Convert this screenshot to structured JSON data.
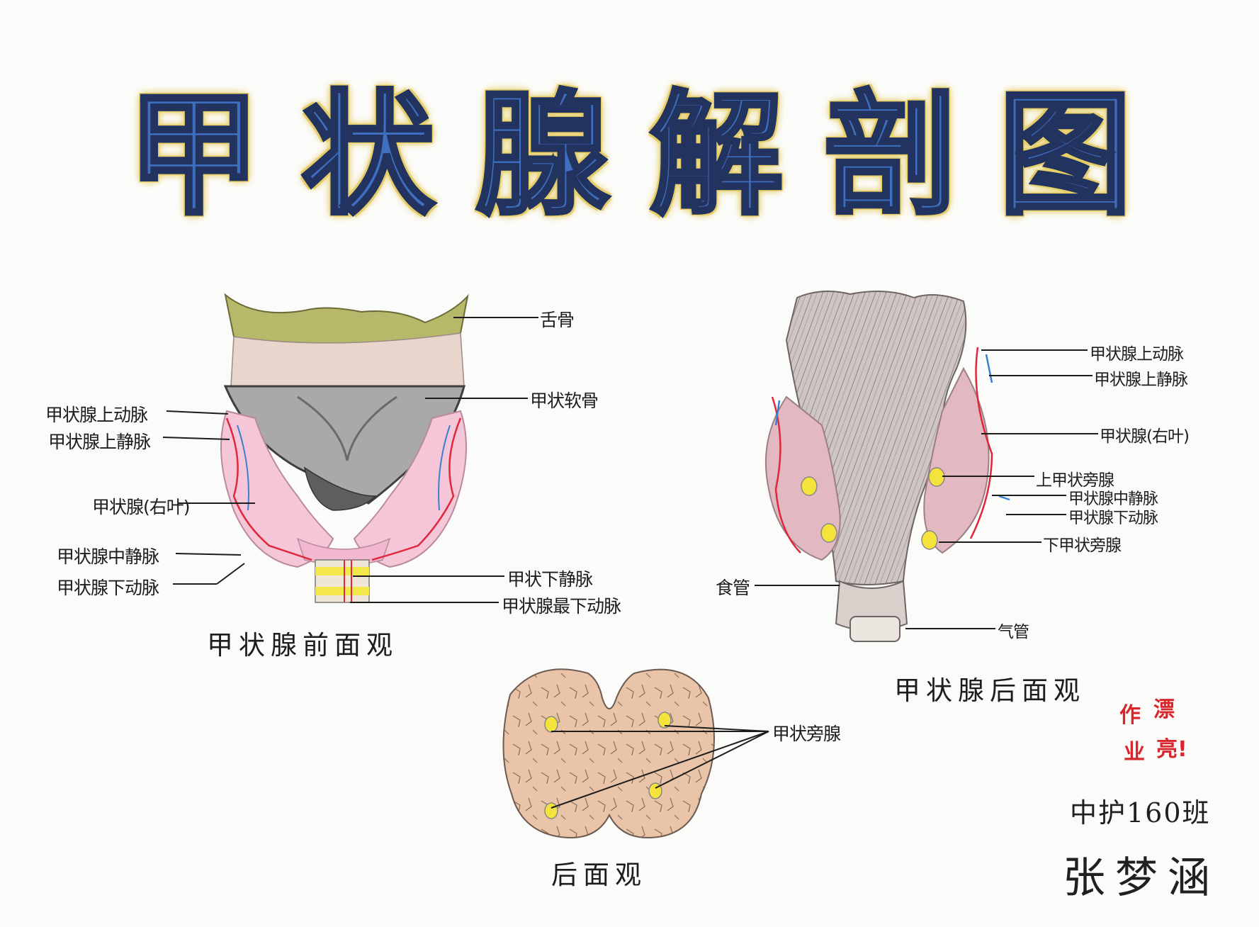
{
  "title": [
    "甲",
    "状",
    "腺",
    "解",
    "剖",
    "图"
  ],
  "front_view": {
    "caption": "甲状腺前面观",
    "labels": {
      "hyoid": "舌骨",
      "thyroid_cartilage": "甲状软骨",
      "sup_thyroid_artery": "甲状腺上动脉",
      "sup_thyroid_vein": "甲状腺上静脉",
      "thyroid_left_lobe": "甲状腺(右叶)",
      "mid_thyroid_vein": "甲状腺中静脉",
      "inf_thyroid_artery": "甲状腺下动脉",
      "inf_thyroid_vein": "甲状下静脉",
      "thyroid_ima_artery": "甲状腺最下动脉"
    }
  },
  "back_view": {
    "caption": "甲状腺后面观",
    "labels": {
      "sup_thyroid_artery": "甲状腺上动脉",
      "sup_thyroid_vein": "甲状腺上静脉",
      "right_lobe": "甲状腺(右叶)",
      "sup_parathyroid": "上甲状旁腺",
      "mid_thyroid_vein": "甲状腺中静脉",
      "inf_thyroid_artery": "甲状腺下动脉",
      "inf_parathyroid": "下甲状旁腺",
      "esophagus": "食管",
      "trachea": "气管"
    }
  },
  "posterior_view": {
    "caption": "后面观",
    "labels": {
      "parathyroid": "甲状旁腺"
    }
  },
  "stamp": {
    "line1a": "作",
    "line1b": "漂",
    "line2a": "业",
    "line2b": "亮!"
  },
  "signature": {
    "class": "中护160班",
    "name": "张梦涵"
  },
  "colors": {
    "title_fill": "#3f6fc0",
    "title_outline": "#e6cf72",
    "artery": "#e0283c",
    "vein": "#3b7fd0",
    "thyroid_tissue": "#f4c6d8",
    "parathyroid": "#f3e33a",
    "stamp": "#d8262d"
  }
}
